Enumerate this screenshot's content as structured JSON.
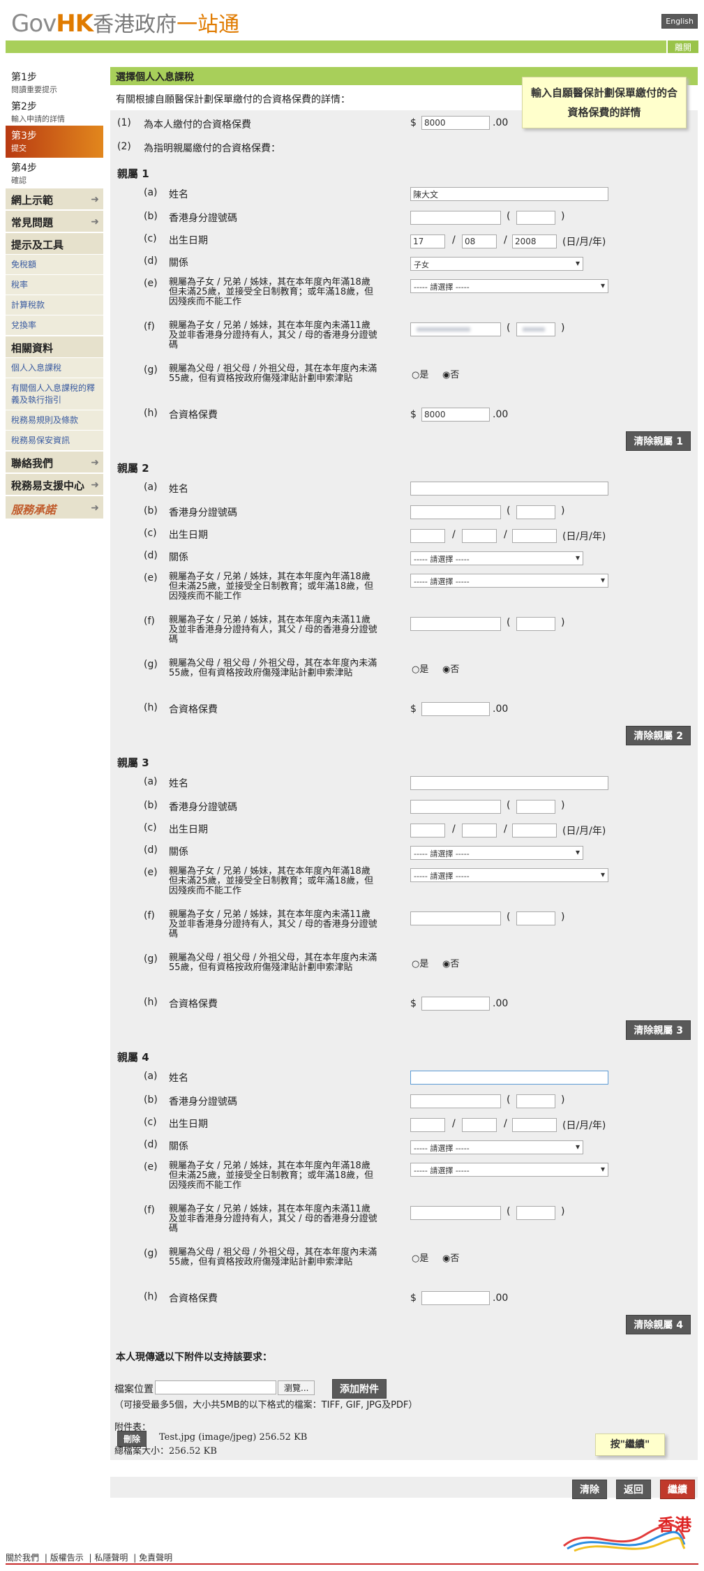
{
  "header": {
    "logo_gov": "Gov",
    "logo_hk": "HK",
    "logo_zh1": "香港政府",
    "logo_zh2": "一站通",
    "language_button": "English",
    "logout": "離開"
  },
  "sidebar": {
    "steps": [
      {
        "title": "第1步",
        "sub": "閱讀重要提示"
      },
      {
        "title": "第2步",
        "sub": "輸入申請的詳情"
      },
      {
        "title": "第3步",
        "sub": "提交"
      },
      {
        "title": "第4步",
        "sub": "確認"
      }
    ],
    "demo": "網上示範",
    "faq": "常見問題",
    "tools_head": "提示及工具",
    "tools": [
      "免稅額",
      "稅率",
      "計算稅款",
      "兌換率"
    ],
    "related_head": "相關資料",
    "related": [
      "個人入息課稅",
      "有關個人入息課稅的釋義及執行指引",
      "稅務易規則及條款",
      "稅務易保安資訊"
    ],
    "contact": "聯絡我們",
    "support": "稅務易支援中心",
    "brand": "服務承諾"
  },
  "main": {
    "title": "選擇個人入息課稅",
    "intro": "有關根據自願醫保計劃保單繳付的合資格保費的詳情：",
    "callout": "輸入自願醫保計劃保單繳付的合資格保費的詳情",
    "self_num": "(1)",
    "self_label": "為本人繳付的合資格保費",
    "dollar": "$",
    "cents": ".00",
    "self_value": "8000",
    "dep_num": "(2)",
    "dep_label": "為指明親屬繳付的合資格保費：",
    "labels": {
      "a": "姓名",
      "b": "香港身分證號碼",
      "c": "出生日期",
      "d": "關係",
      "e": "親屬為子女 / 兄弟 / 姊妹，其在本年度內年滿18歲但未滿25歲，並接受全日制教育；或年滿18歲，但因殘疾而不能工作",
      "f": "親屬為子女 / 兄弟 / 姊妹，其在本年度內未滿11歲及並非香港身分證持有人，其父 / 母的香港身分證號碼",
      "g": "親屬為父母 / 祖父母 / 外祖父母，其在本年度內未滿55歲，但有資格按政府傷殘津貼計劃申索津貼",
      "h": "合資格保費"
    },
    "codes": {
      "a": "(a)",
      "b": "(b)",
      "c": "(c)",
      "d": "(d)",
      "e": "(e)",
      "f": "(f)",
      "g": "(g)",
      "h": "(h)"
    },
    "paren_open": "(",
    "paren_close": ")",
    "slash": "/",
    "date_fmt": "(日/月/年)",
    "select_placeholder": "----- 請選擇 -----",
    "yes": "是",
    "no": "否",
    "dependants": [
      {
        "title": "親屬 1",
        "name": "陳大文",
        "day": "17",
        "month": "08",
        "year": "2008",
        "relation": "子女",
        "premium": "8000",
        "clear": "清除親屬 1"
      },
      {
        "title": "親屬 2",
        "name": "",
        "day": "",
        "month": "",
        "year": "",
        "relation": "",
        "premium": "",
        "clear": "清除親屬 2"
      },
      {
        "title": "親屬 3",
        "name": "",
        "day": "",
        "month": "",
        "year": "",
        "relation": "",
        "premium": "",
        "clear": "清除親屬 3"
      },
      {
        "title": "親屬 4",
        "name": "",
        "day": "",
        "month": "",
        "year": "",
        "relation": "",
        "premium": "",
        "clear": "清除親屬 4"
      }
    ],
    "attach_intro": "本人現傳遞以下附件以支持該要求：",
    "file_location": "檔案位置",
    "browse": "瀏覽...",
    "add_attachment": "添加附件",
    "accept_note": "（可接受最多5個，大小共5MB的以下格式的檔案：TIFF, GIF, JPG及PDF）",
    "attach_list": "附件表：",
    "delete": "刪除",
    "file_entry": "Test.jpg (image/jpeg) 256.52 KB",
    "total_size": "總檔案大小：256.52 KB",
    "callout_continue": "按\"繼續\"",
    "btn_clear": "清除",
    "btn_back": "返回",
    "btn_continue": "繼續"
  },
  "footer": {
    "links": [
      "關於我們",
      "版權告示",
      "私隱聲明",
      "免責聲明"
    ],
    "brand": "香港"
  }
}
